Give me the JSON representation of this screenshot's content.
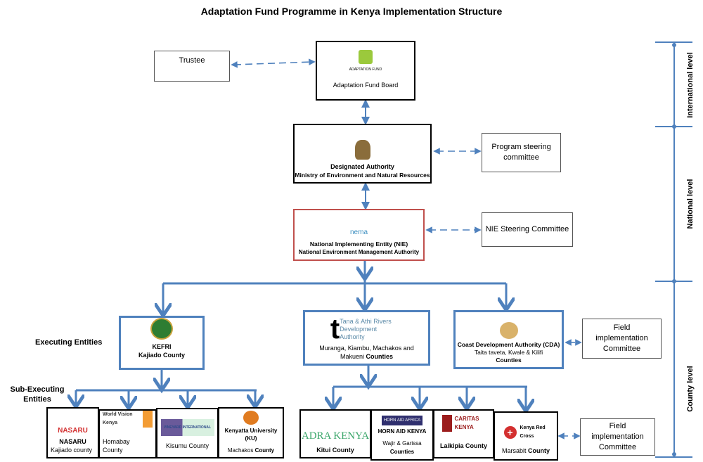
{
  "title": "Adaptation Fund Programme in Kenya Implementation Structure",
  "trustee": "Trustee",
  "af_board": {
    "logo": "ADAPTATION FUND",
    "label": "Adaptation Fund Board"
  },
  "designated": {
    "title": "Designated Authority",
    "subtitle": "Ministry of Environment and Natural Resources"
  },
  "program_steering": "Program steering committee",
  "nie": {
    "logo": "nema",
    "title": "National Implementing Entity (NIE)",
    "subtitle": "National Environment Management Authority"
  },
  "nie_steering": "NIE Steering Committee",
  "executing_label": "Executing Entities",
  "sub_executing_label": "Sub-Executing Entities",
  "kefri": {
    "title": "KEFRI",
    "subtitle": "Kajiado County"
  },
  "tana": {
    "logo": "Tana & Athi Rivers Development Authority",
    "text": "Muranga, Kiambu, Machakos and Makueni",
    "bold": "Counties"
  },
  "cda": {
    "title": "Coast Development Authority (CDA)",
    "text": "Taita taveta, Kwale & Kilifi",
    "bold": "Counties"
  },
  "field_committee": "Field implementation Committee",
  "sub_entities": [
    {
      "logo": "NASARU",
      "title": "NASARU",
      "text": "Kajiado county",
      "bold": ""
    },
    {
      "logo": "World Vision Kenya",
      "title": "",
      "text": "Homabay County",
      "bold": ""
    },
    {
      "logo": "VINEYARD INTERNATIONAL",
      "title": "",
      "text": "Kisumu County",
      "bold": ""
    },
    {
      "logo": "",
      "title": "Kenyatta University (KU)",
      "text": "Machakos",
      "bold": "County"
    },
    {
      "logo": "ADRA KENYA",
      "title": "",
      "text": "",
      "bold": "Kitui County"
    },
    {
      "logo": "HORN AID AFRICA",
      "title": "HORN AID KENYA",
      "text": "Wajir & Garissa",
      "bold": "Counties"
    },
    {
      "logo": "CARITAS KENYA",
      "title": "",
      "text": "",
      "bold": "Laikipia County"
    },
    {
      "logo": "Kenya Red Cross",
      "title": "",
      "text": "Marsabit",
      "bold": "County"
    }
  ],
  "levels": {
    "international": "International level",
    "national": "National level",
    "county": "County level"
  },
  "colors": {
    "arrow": "#4f81bd",
    "nie_border": "#c0504d"
  }
}
